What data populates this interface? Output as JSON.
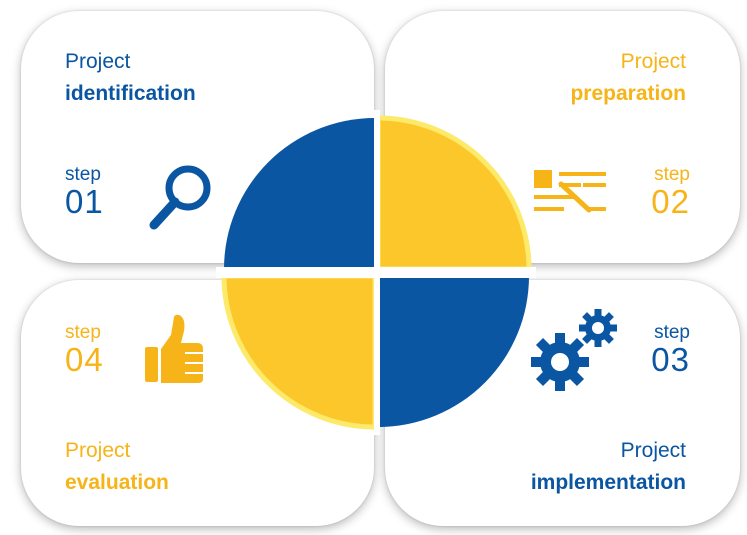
{
  "steps": [
    {
      "id": "01",
      "label": "step",
      "number": "01",
      "title_line1": "Project",
      "title_line2": "identification",
      "icon": "magnifier-icon",
      "color": "#0a56a3"
    },
    {
      "id": "02",
      "label": "step",
      "number": "02",
      "title_line1": "Project",
      "title_line2": "preparation",
      "icon": "document-edit-icon",
      "color": "#f6b418"
    },
    {
      "id": "03",
      "label": "step",
      "number": "03",
      "title_line1": "Project",
      "title_line2": "implementation",
      "icon": "gears-icon",
      "color": "#0a56a3"
    },
    {
      "id": "04",
      "label": "step",
      "number": "04",
      "title_line1": "Project",
      "title_line2": "evaluation",
      "icon": "thumbs-up-icon",
      "color": "#f6b418"
    }
  ],
  "colors": {
    "blue": "#0a56a3",
    "yellow": "#fcc72a",
    "yellow_light": "#fde96a",
    "text_yellow": "#f6b418"
  }
}
